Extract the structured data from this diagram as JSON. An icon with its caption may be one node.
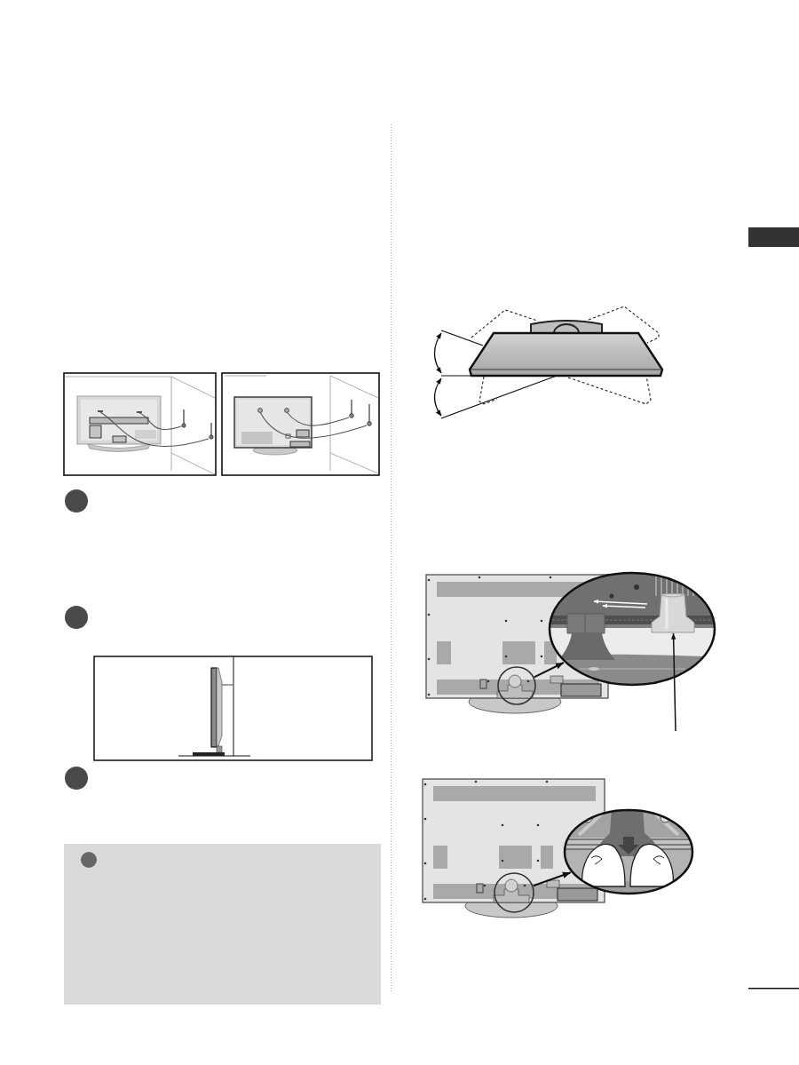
{
  "diagram": {
    "nodes": [
      {
        "text": [],
        "shape": "circle"
      },
      {
        "text": [],
        "shape": "picture"
      },
      {
        "text": [],
        "shape": "picture",
        "in": 1
      },
      {
        "text": [],
        "shape": "circle"
      },
      {
        "text": [],
        "shape": "picture"
      }
    ],
    "edges": [
      {
        "from": 0,
        "to": 1,
        "arrow": "to"
      },
      {
        "from": null,
        "to": 2,
        "arrow": "to"
      },
      {
        "from": 3,
        "to": 4,
        "arrow": "to"
      }
    ]
  }
}
